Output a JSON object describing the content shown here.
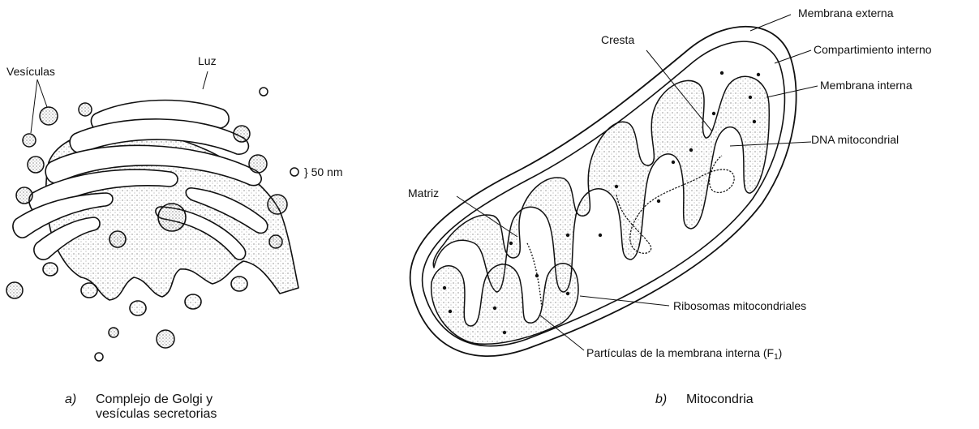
{
  "golgi": {
    "labels": {
      "vesicles": "Vesículas",
      "lumen": "Luz",
      "scale": "} 50 nm"
    },
    "caption": {
      "letter": "a)",
      "line1": "Complejo de Golgi y",
      "line2": "vesículas secretorias"
    }
  },
  "mito": {
    "labels": {
      "outer_membrane": "Membrana externa",
      "crista": "Cresta",
      "inner_compartment": "Compartimiento interno",
      "inner_membrane": "Membrana interna",
      "mt_dna": "DNA mitocondrial",
      "matrix": "Matriz",
      "mt_ribosomes": "Ribosomas mitocondriales",
      "inner_particles_prefix": "Partículas de la membrana interna (F",
      "inner_particles_sub": "1",
      "inner_particles_suffix": ")"
    },
    "caption": {
      "letter": "b)",
      "text": "Mitocondria"
    }
  }
}
